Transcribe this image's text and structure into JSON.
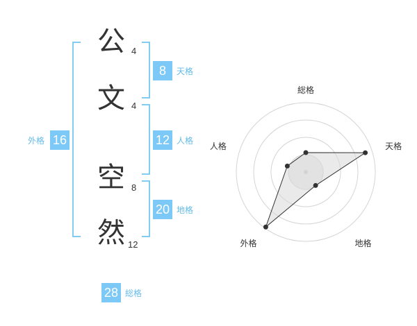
{
  "name": {
    "chars": [
      {
        "char": "公",
        "strokes": "4"
      },
      {
        "char": "文",
        "strokes": "4"
      },
      {
        "char": "空",
        "strokes": "8"
      },
      {
        "char": "然",
        "strokes": "12"
      }
    ]
  },
  "fortune": {
    "tenkaku": {
      "value": "8",
      "label": "天格"
    },
    "jinkaku": {
      "value": "12",
      "label": "人格"
    },
    "chikaku": {
      "value": "20",
      "label": "地格"
    },
    "gaikaku": {
      "value": "16",
      "label": "外格"
    },
    "soukaku": {
      "value": "28",
      "label": "総格"
    }
  },
  "chart_data": {
    "type": "radar",
    "axes": [
      "総格",
      "天格",
      "地格",
      "外格",
      "人格"
    ],
    "values": [
      0.28,
      0.9,
      0.24,
      0.98,
      0.28
    ],
    "rings": 4,
    "colors": {
      "line": "#333333",
      "fill": "#d9d9d9",
      "ring": "#d4d4d4",
      "point": "#333333"
    }
  }
}
